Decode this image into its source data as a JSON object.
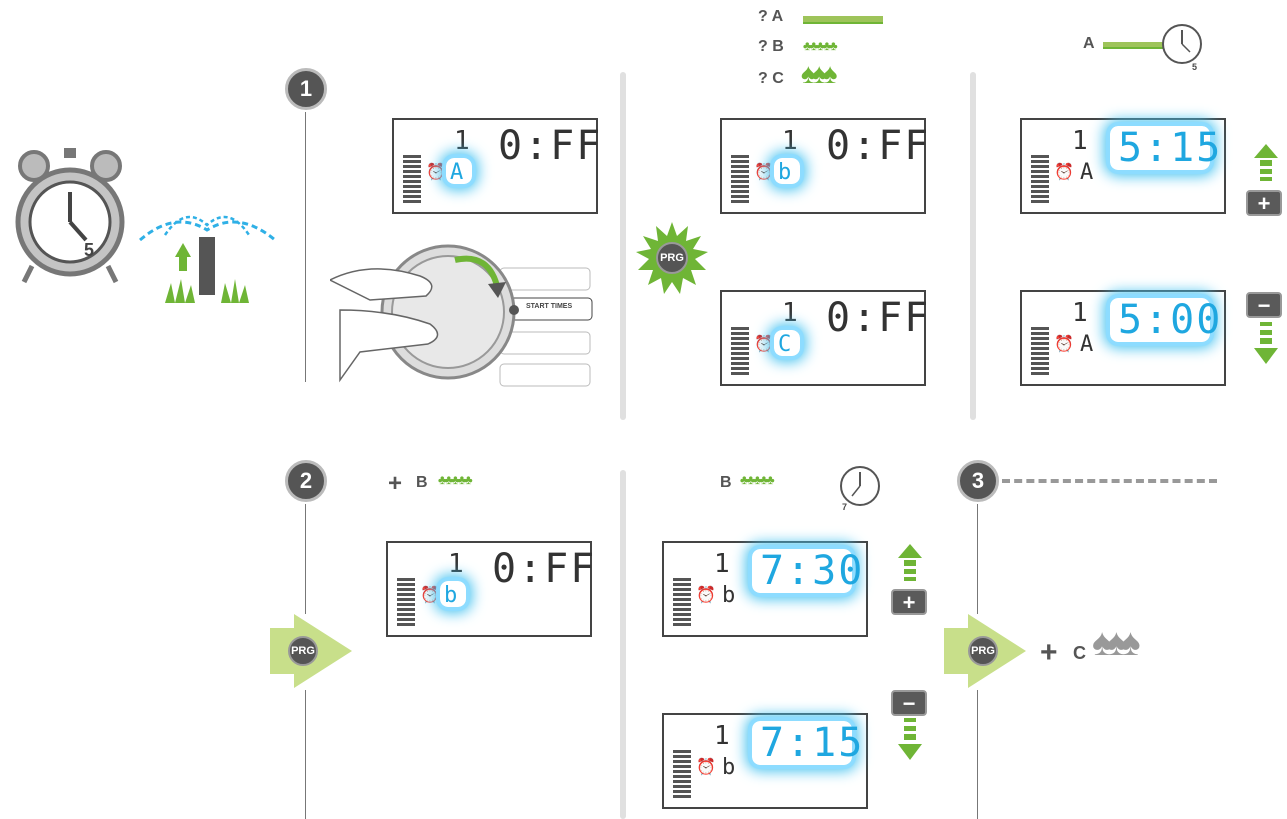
{
  "steps": {
    "one": "1",
    "two": "2",
    "three": "3"
  },
  "prg_label": "PRG",
  "start_times_label": "START TIMES",
  "legend": {
    "a": "? A",
    "b": "? B",
    "c": "? C"
  },
  "header_a": "A",
  "header_b": "B",
  "plus_b": "B",
  "plus_c": "C",
  "clock_small_a": "5",
  "clock_small_b": "7",
  "alarm_number": "5",
  "panel1": {
    "zone": "1",
    "time": "0:FF",
    "prog": "A"
  },
  "panel2a": {
    "zone": "1",
    "time": "0:FF",
    "prog": "b"
  },
  "panel2b": {
    "zone": "1",
    "time": "0:FF",
    "prog": "C"
  },
  "panel3a": {
    "zone": "1",
    "time": "5:15",
    "prog": "A"
  },
  "panel3b": {
    "zone": "1",
    "time": "5:00",
    "prog": "A"
  },
  "panel4": {
    "zone": "1",
    "time": "0:FF",
    "prog": "b"
  },
  "panel5a": {
    "zone": "1",
    "time": "7:30",
    "prog": "b"
  },
  "panel5b": {
    "zone": "1",
    "time": "7:15",
    "prog": "b"
  },
  "plus_sign": "+",
  "minus_sign": "−",
  "colors": {
    "accent_green": "#6fb536",
    "flash_blue": "#1fa7e0",
    "arrow_light": "#c8df8a"
  }
}
